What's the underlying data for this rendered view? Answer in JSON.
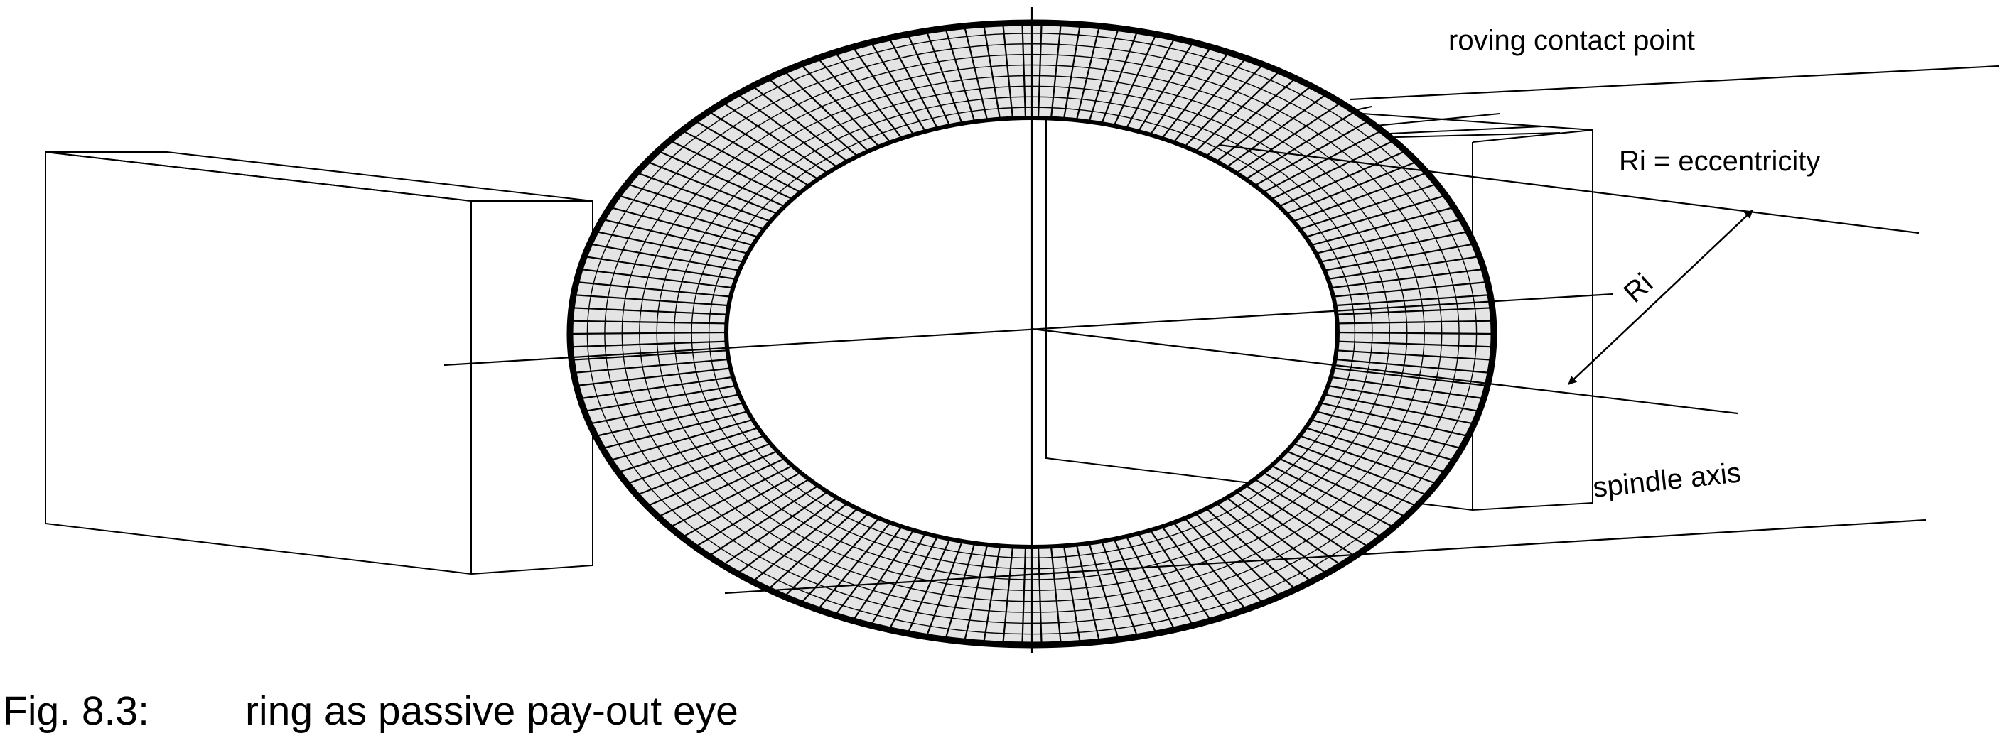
{
  "diagram": {
    "labels": {
      "roving_contact_point": "roving contact point",
      "ri_eccentricity": "Ri = eccentricity",
      "ri": "Ri",
      "spindle_axis": "spindle axis"
    }
  },
  "caption": {
    "number": "Fig. 8.3:",
    "text": "ring as passive pay-out eye"
  },
  "colors": {
    "line": "#000000",
    "background": "#ffffff"
  }
}
